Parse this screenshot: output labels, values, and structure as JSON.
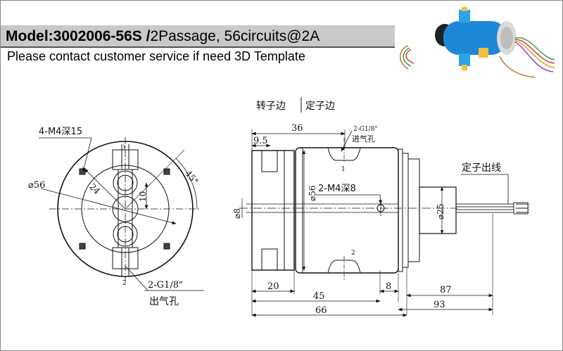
{
  "header": {
    "model_prefix": "Model:3002006-56S /",
    "model_spec": "2Passage, 56circuits@2A",
    "note": "Please contact customer service if need 3D Template"
  },
  "colors": {
    "rotor_blue": "#1e88d8",
    "fitting_blue": "#2aa3e8",
    "line": "#111111"
  },
  "front_view": {
    "thread_holes": "4-M4深15",
    "diameter": "⌀56",
    "radius": "24",
    "offset": "10",
    "angle": "45°",
    "port_1": "1",
    "port_2": "2",
    "outlet_thread": "2-G1/8\"",
    "outlet_label": "出气孔"
  },
  "side_view": {
    "rotor_side": "转子边",
    "stator_side": "定子边",
    "dim_36": "36",
    "dim_9_5": "9.5",
    "inlet_thread": "2-G1/8\"",
    "inlet_label": "进气孔",
    "port_1": "1",
    "port_2": "2",
    "dia_56": "⌀56",
    "mount_holes": "2-M4深8",
    "dia_8": "⌀8",
    "dia_25": "⌀25",
    "stator_wire": "定子出线",
    "dim_20": "20",
    "dim_45": "45",
    "dim_8": "8",
    "dim_87": "87",
    "dim_66": "66",
    "dim_93": "93"
  }
}
